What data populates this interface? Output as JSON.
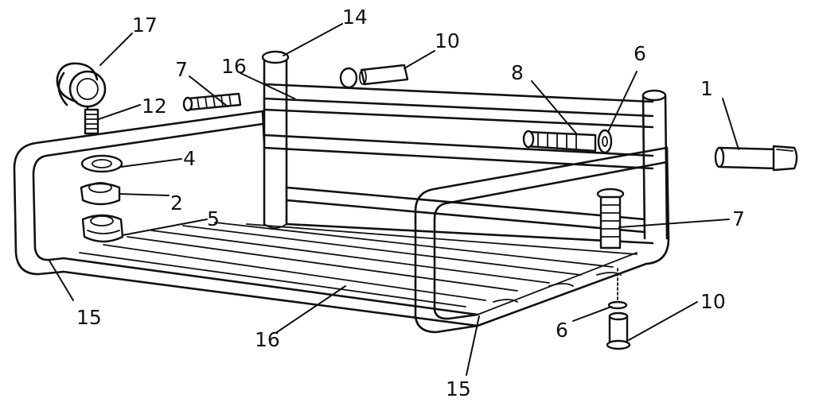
{
  "callouts": [
    {
      "id": "c17",
      "text": "17"
    },
    {
      "id": "c7a",
      "text": "7"
    },
    {
      "id": "c16a",
      "text": "16"
    },
    {
      "id": "c14",
      "text": "14"
    },
    {
      "id": "c10a",
      "text": "10"
    },
    {
      "id": "c8",
      "text": "8"
    },
    {
      "id": "c6a",
      "text": "6"
    },
    {
      "id": "c1",
      "text": "1"
    },
    {
      "id": "c12",
      "text": "12"
    },
    {
      "id": "c4",
      "text": "4"
    },
    {
      "id": "c2",
      "text": "2"
    },
    {
      "id": "c5",
      "text": "5"
    },
    {
      "id": "c7b",
      "text": "7"
    },
    {
      "id": "c15a",
      "text": "15"
    },
    {
      "id": "c16b",
      "text": "16"
    },
    {
      "id": "c6b",
      "text": "6"
    },
    {
      "id": "c10b",
      "text": "10"
    },
    {
      "id": "c15b",
      "text": "15"
    }
  ]
}
